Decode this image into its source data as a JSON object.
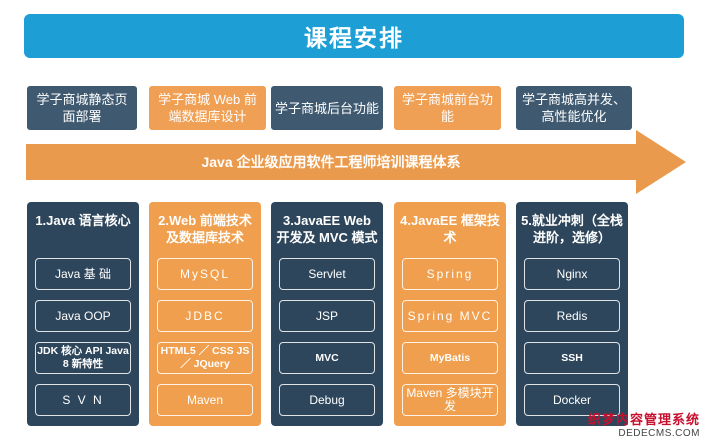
{
  "title": "课程安排",
  "top_boxes": [
    {
      "text": "学子商城静态页面部署",
      "style": "dark"
    },
    {
      "text": "学子商城 Web 前端数据库设计",
      "style": "orange"
    },
    {
      "text": "学子商城后台功能",
      "style": "dark"
    },
    {
      "text": "学子商城前台功能",
      "style": "orange"
    },
    {
      "text": "学子商城高并发、高性能优化",
      "style": "dark"
    }
  ],
  "arrow_label": "Java 企业级应用软件工程师培训课程体系",
  "columns": [
    {
      "title": "1.Java 语言核心",
      "style": "dark",
      "items": [
        "Java 基 础",
        "Java OOP",
        "JDK 核心 API Java 8 新特性",
        "S V N"
      ]
    },
    {
      "title": "2.Web 前端技术及数据库技术",
      "style": "orange",
      "items": [
        "MySQL",
        "JDBC",
        "HTML5 ／ CSS JS ／ JQuery",
        "Maven"
      ]
    },
    {
      "title": "3.JavaEE Web 开发及 MVC 模式",
      "style": "dark",
      "items": [
        "Servlet",
        "JSP",
        "MVC",
        "Debug"
      ]
    },
    {
      "title": "4.JavaEE 框架技术",
      "style": "orange",
      "items": [
        "Spring",
        "Spring MVC",
        "MyBatis",
        "Maven 多模块开发"
      ]
    },
    {
      "title": "5.就业冲刺（全栈进阶，选修）",
      "style": "dark",
      "items": [
        "Nginx",
        "Redis",
        "SSH",
        "Docker"
      ]
    }
  ],
  "watermark": {
    "line1": "织梦内容管理系统",
    "line2": "DEDECMS.COM"
  },
  "colors": {
    "banner": "#1d9fd6",
    "dark": "#2e465b",
    "orange": "#ef9f4d",
    "arrow": "#ea9a4c"
  }
}
